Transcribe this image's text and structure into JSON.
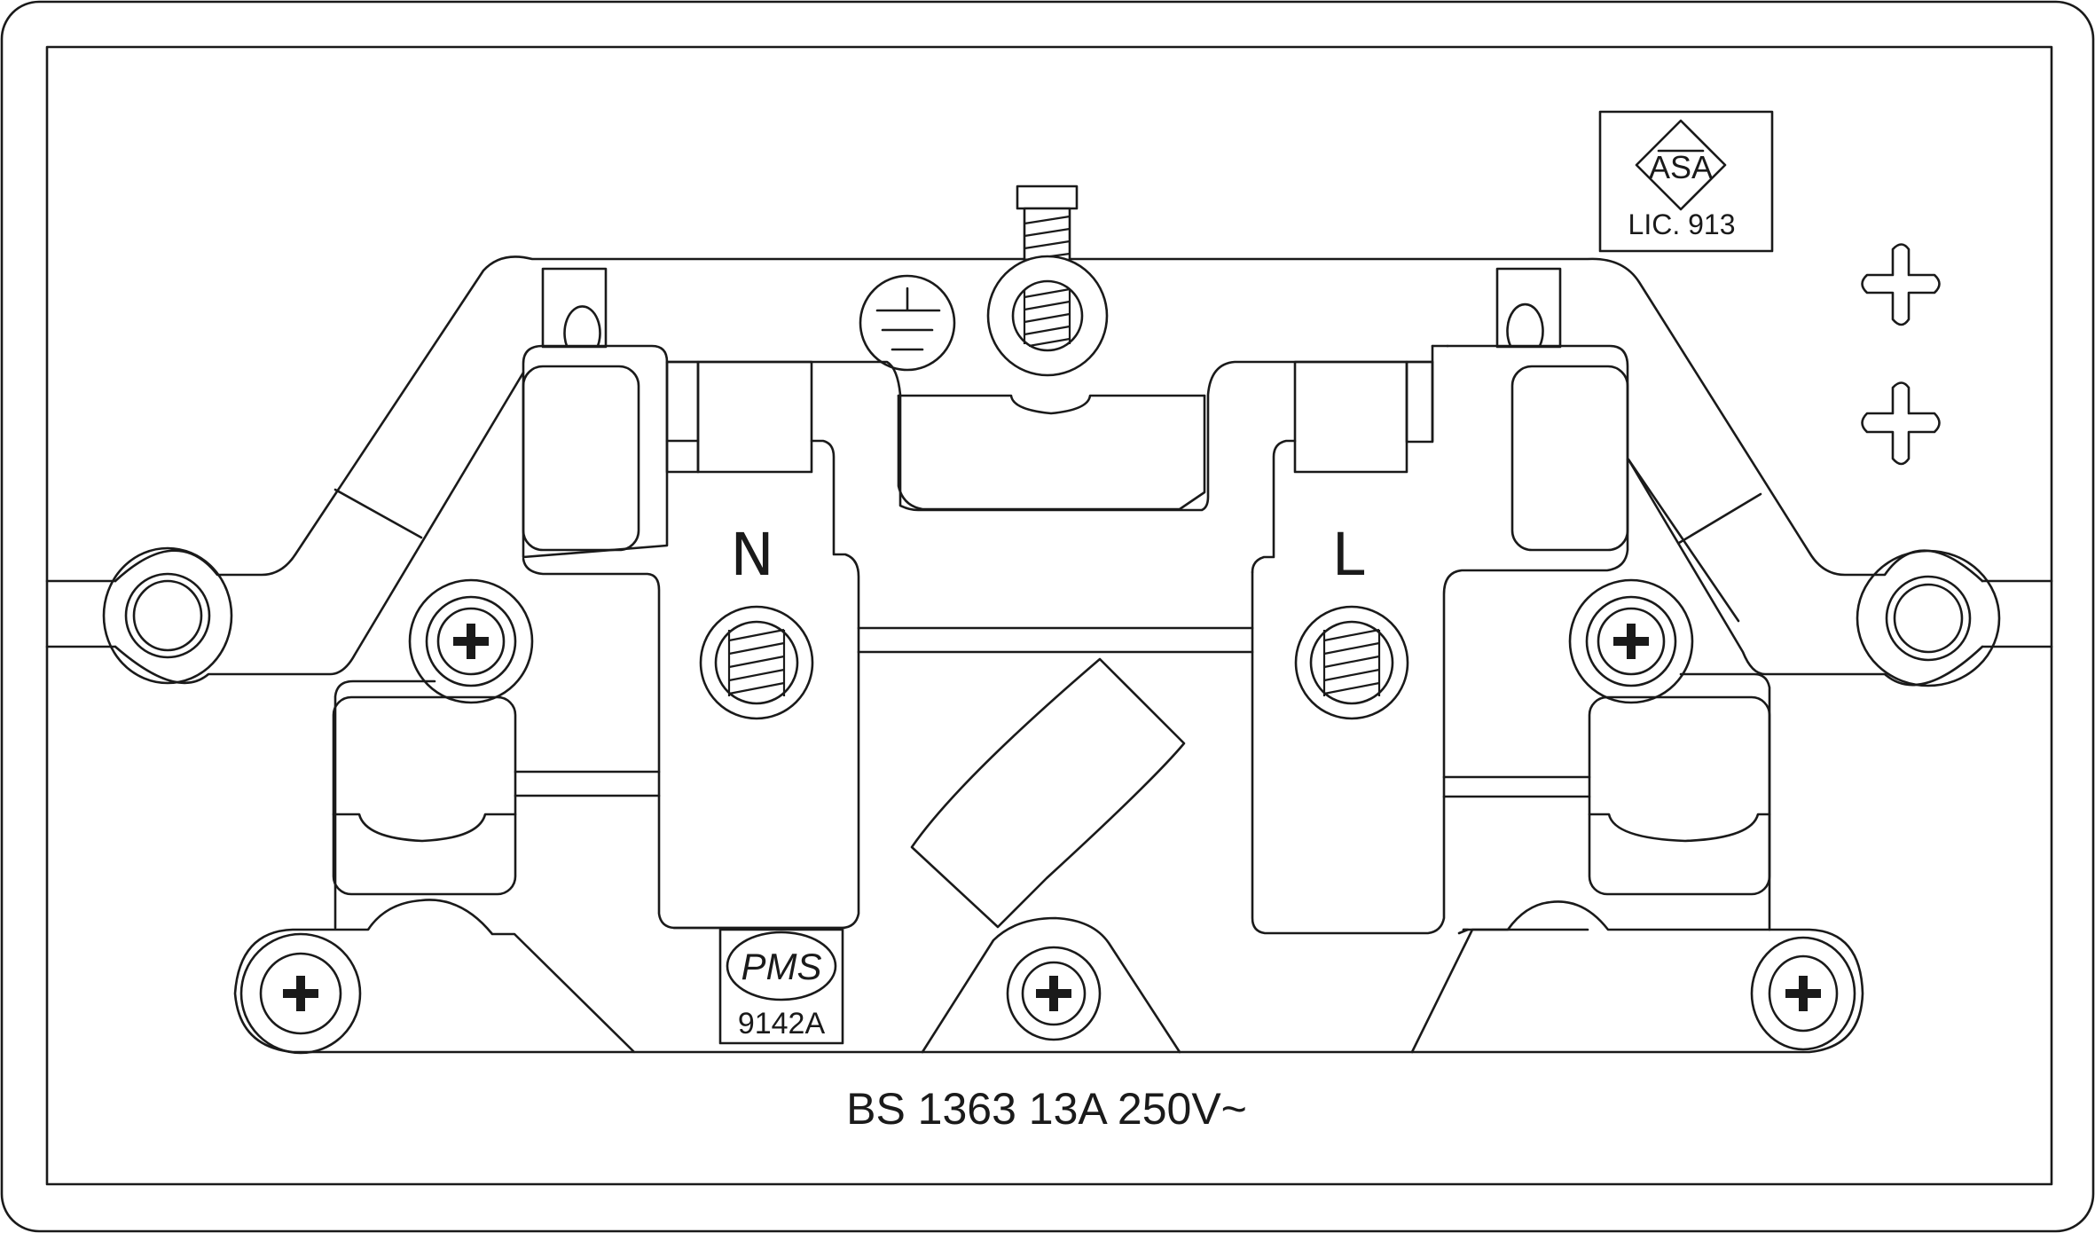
{
  "diagram": {
    "title": "BS 1363 socket outlet backplate",
    "terminals": {
      "neutral_label": "N",
      "live_label": "L",
      "earth_symbol": "earth-icon"
    },
    "approval_mark": {
      "logo_text": "ASA",
      "license_text": "LIC. 913"
    },
    "maker_mark": {
      "logo_text": "PMS",
      "model_code": "9142A"
    },
    "rating_text": "BS 1363 13A 250V~",
    "colors": {
      "line": "#1a1a1a",
      "background": "#ffffff"
    }
  }
}
